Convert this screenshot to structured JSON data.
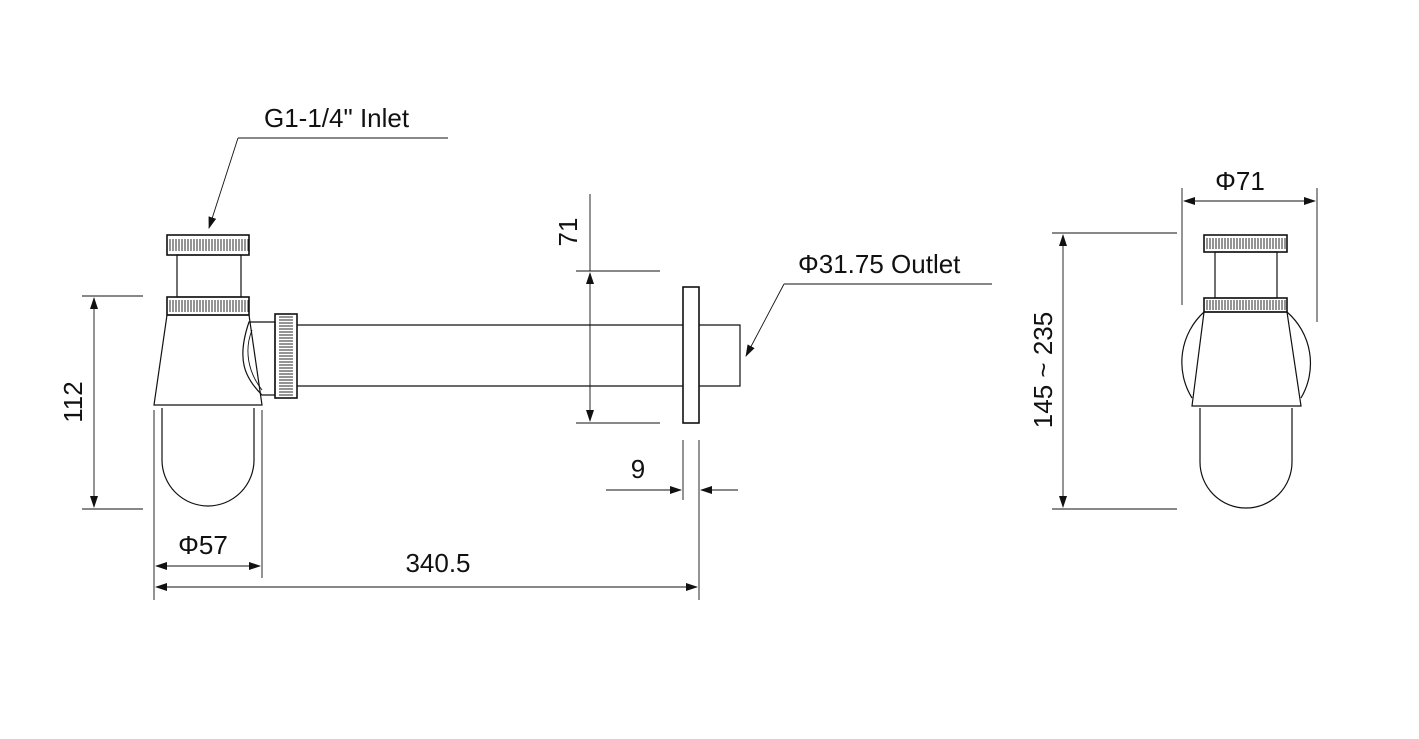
{
  "drawing": {
    "labels": {
      "inlet": "G1-1/4\" Inlet",
      "outlet": "Φ31.75 Outlet",
      "side_diameter": "Φ71",
      "side_height": "145 ~ 235",
      "height": "112",
      "vertical_offset": "71",
      "flange_thickness": "9",
      "bottle_diameter": "Φ57",
      "total_length": "340.5"
    },
    "colors": {
      "line": "#111111",
      "background": "#ffffff"
    }
  }
}
